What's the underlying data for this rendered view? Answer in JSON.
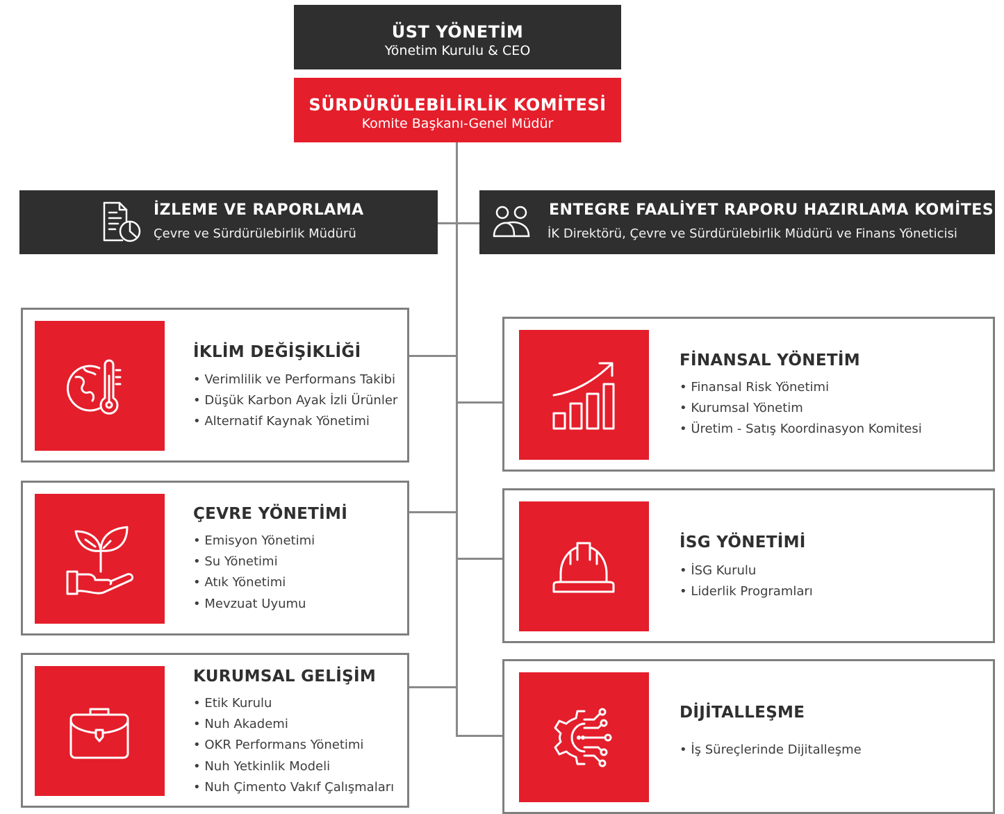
{
  "top": {
    "title": "ÜST YÖNETİM",
    "subtitle": "Yönetim Kurulu & CEO"
  },
  "committee": {
    "title": "SÜRDÜRÜLEBİLİRLİK KOMİTESİ",
    "subtitle": "Komite Başkanı-Genel Müdür"
  },
  "monitoring": {
    "title": "İZLEME VE RAPORLAMA",
    "subtitle": "Çevre ve Sürdürülebirlik Müdürü",
    "icon": "report-chart-icon"
  },
  "integrated": {
    "title": "ENTEGRE FAALİYET RAPORU HAZIRLAMA KOMİTESİ",
    "subtitle": "İK Direktörü, Çevre ve Sürdürülebirlik Müdürü ve Finans Yöneticisi",
    "icon": "people-icon"
  },
  "cards": {
    "climate": {
      "title": "İKLİM DEĞİŞİKLİĞİ",
      "icon": "globe-thermometer-icon",
      "items": [
        "Verimlilik ve Performans Takibi",
        "Düşük Karbon Ayak İzli Ürünler",
        "Alternatif Kaynak Yönetimi"
      ]
    },
    "environment": {
      "title": "ÇEVRE YÖNETİMİ",
      "icon": "plant-hand-icon",
      "items": [
        "Emisyon Yönetimi",
        "Su Yönetimi",
        "Atık Yönetimi",
        "Mevzuat Uyumu"
      ]
    },
    "corporate": {
      "title": "KURUMSAL GELİŞİM",
      "icon": "briefcase-icon",
      "items": [
        "Etik Kurulu",
        "Nuh Akademi",
        "OKR Performans Yönetimi",
        "Nuh Yetkinlik Modeli",
        "Nuh Çimento Vakıf Çalışmaları"
      ]
    },
    "finance": {
      "title": "FİNANSAL YÖNETİM",
      "icon": "growth-chart-icon",
      "items": [
        "Finansal Risk Yönetimi",
        "Kurumsal Yönetim",
        "Üretim - Satış Koordinasyon Komitesi"
      ]
    },
    "safety": {
      "title": "İSG YÖNETİMİ",
      "icon": "hard-hat-icon",
      "items": [
        "İSG Kurulu",
        "Liderlik Programları"
      ]
    },
    "digital": {
      "title": "DİJİTALLEŞME",
      "icon": "digital-gear-icon",
      "items": [
        "İş Süreçlerinde Dijitalleşme"
      ]
    }
  },
  "colors": {
    "accent": "#e41e2b",
    "dark": "#2f2f2f",
    "connector": "#8a8a8a",
    "border": "#7f7f7f"
  }
}
